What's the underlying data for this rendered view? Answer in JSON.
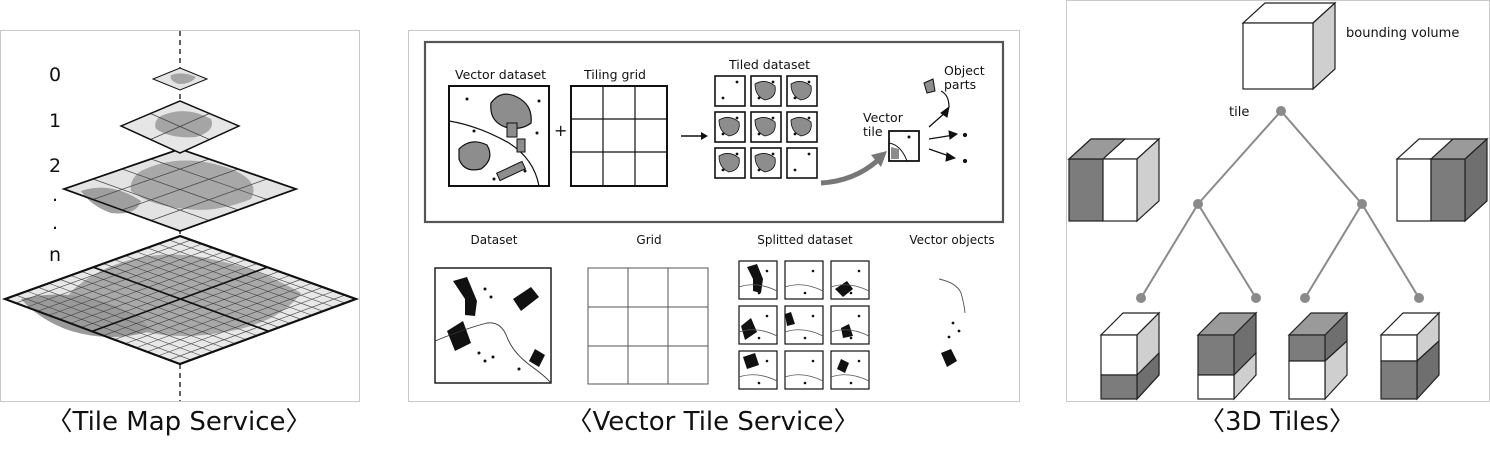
{
  "tms": {
    "caption": "〈Tile Map Service〉",
    "levels": [
      "0",
      "1",
      "2",
      ".",
      ".",
      "n"
    ]
  },
  "vts": {
    "caption": "〈Vector Tile Service〉",
    "top": {
      "vector_dataset": "Vector dataset",
      "tiling_grid": "Tiling grid",
      "tiled_dataset": "Tiled dataset",
      "vector_tile_line1": "Vector",
      "vector_tile_line2": "tile",
      "object_parts_line1": "Object",
      "object_parts_line2": "parts",
      "plus": "+"
    },
    "bottom": {
      "dataset": "Dataset",
      "grid": "Grid",
      "splitted": "Splitted dataset",
      "vector_objects": "Vector objects"
    }
  },
  "tiles3d": {
    "caption": "〈3D Tiles〉",
    "bounding_volume": "bounding volume",
    "tile": "tile"
  }
}
